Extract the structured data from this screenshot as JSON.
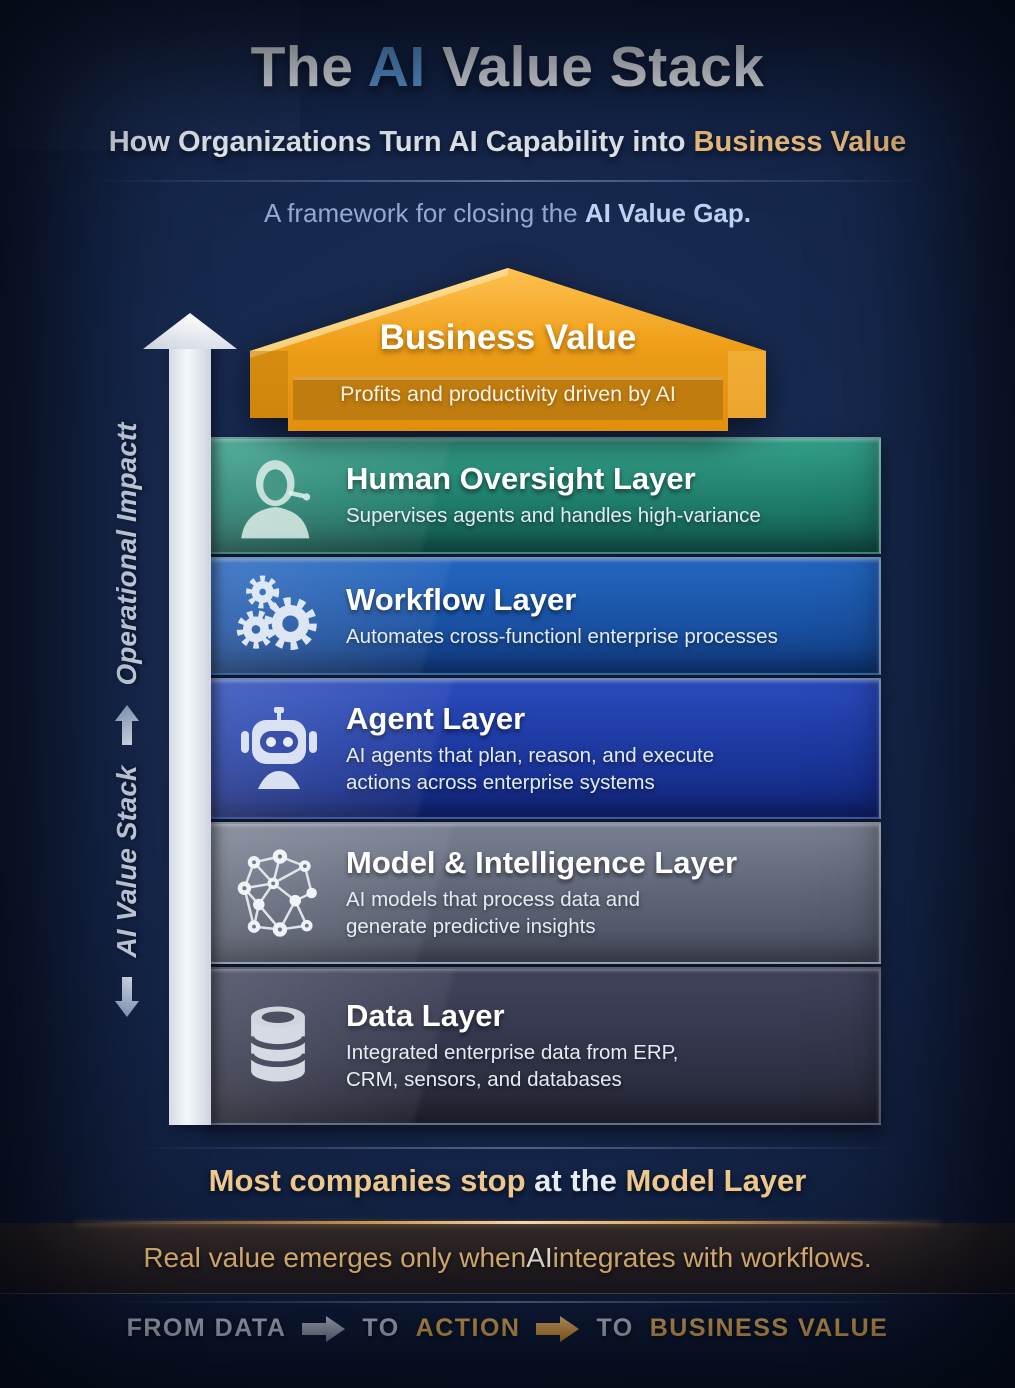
{
  "header": {
    "title_pre": "The ",
    "title_accent": "AI",
    "title_post": " Value Stack",
    "subtitle_pre": "How Organizations Turn AI Capability into ",
    "subtitle_accent": "Business Value",
    "tagline_pre": "A framework for closing the ",
    "tagline_accent": "AI Value Gap."
  },
  "axis": {
    "lower_label": "AI Value Stack",
    "upper_label": "Operational Impactt"
  },
  "apex": {
    "title": "Business Value",
    "subtitle": "Profits and productivity driven by AI"
  },
  "layers": [
    {
      "title": "Human Oversight Layer",
      "subtitle": "Supervises agents and handles high-variance",
      "icon": "person-headset-icon",
      "color_top": "#35a18a",
      "color_bottom": "#135a4e"
    },
    {
      "title": "Workflow Layer",
      "subtitle": "Automates cross-functionl enterprise processes",
      "icon": "gears-icon",
      "color_top": "#2467c2",
      "color_bottom": "#113d84"
    },
    {
      "title": "Agent Layer",
      "subtitle": "AI agents that plan, reason, and execute actions across enterprise systems",
      "icon": "robot-icon",
      "color_top": "#2a4cbd",
      "color_bottom": "#12267c"
    },
    {
      "title": "Model & Intelligence Layer",
      "subtitle": "AI models that process data and generate predictive insights",
      "icon": "neural-network-icon",
      "color_top": "#788092",
      "color_bottom": "#494e60"
    },
    {
      "title": "Data Layer",
      "subtitle": "Integrated enterprise data from ERP, CRM, sensors, and databases",
      "icon": "database-icon",
      "color_top": "#41445c",
      "color_bottom": "#232534"
    }
  ],
  "callout": {
    "part1": "Most companies stop",
    "part2": " at the ",
    "part3": "Model Layer"
  },
  "banner": {
    "pre": "Real value emerges only when ",
    "accent": "AI",
    "post": " integrates with workflows."
  },
  "footer": {
    "from": "FROM DATA",
    "to1": "TO",
    "action": "ACTION",
    "to2": "TO",
    "value": "BUSINESS VALUE"
  },
  "colors": {
    "background_navy": "#15264a",
    "title_accent_blue": "#5f9fe0",
    "gold_accent": "#f2c381",
    "apex_orange": "#f3a71f",
    "apex_band_orange": "#c07c0e",
    "callout_gold": "#eec98e",
    "footer_gold": "#f0b95f",
    "arrow_silver": "#f7fafd"
  }
}
